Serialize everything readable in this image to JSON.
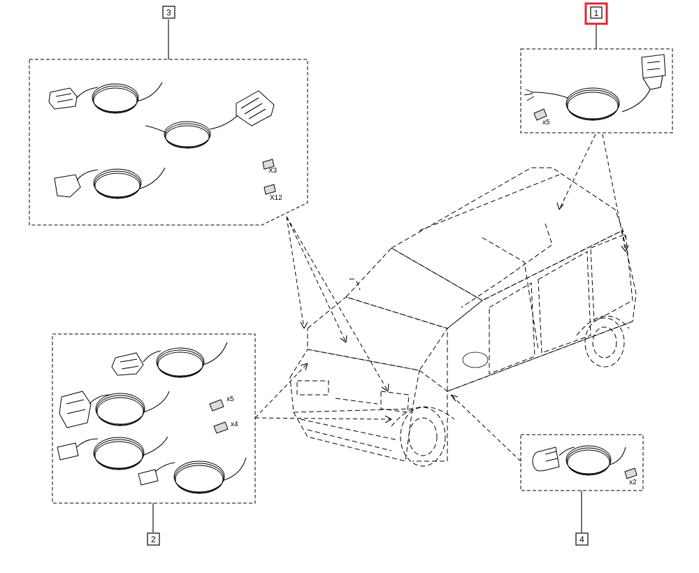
{
  "callouts": [
    {
      "id": "1",
      "label": "1",
      "highlight": true
    },
    {
      "id": "2",
      "label": "2",
      "highlight": false
    },
    {
      "id": "3",
      "label": "3",
      "highlight": false
    },
    {
      "id": "4",
      "label": "4",
      "highlight": false
    }
  ],
  "kit1": {
    "qty": [
      "x5"
    ]
  },
  "kit2": {
    "qty": [
      "x5",
      "x4"
    ]
  },
  "kit3": {
    "qty": [
      "X3",
      "X12"
    ]
  },
  "kit4": {
    "qty": [
      "x2"
    ]
  },
  "colors": {
    "highlight": "#e3262f",
    "line": "#000000"
  }
}
